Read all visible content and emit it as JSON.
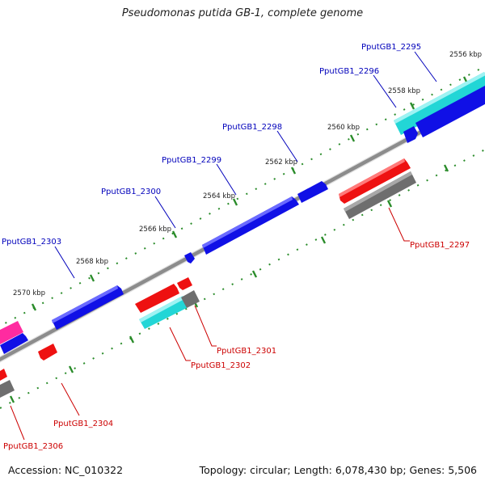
{
  "title": "Pseudomonas putida GB-1, complete genome",
  "accession": "Accession: NC_010322",
  "summary": "Topology: circular; Length: 6,078,430 bp; Genes: 5,506",
  "colors": {
    "backbone": "#8c8c8c",
    "tick": "#2a8c2a",
    "forward_gene": "#1010e6",
    "reverse_gene": "#ee1111",
    "cds_cyan": "#22d6d6",
    "cds_grey": "#6e6e6e",
    "pink": "#ff2ba0",
    "forward_label": "#0000bb",
    "reverse_label": "#cc0000"
  },
  "kbp_labels": [
    "2556 kbp",
    "2558 kbp",
    "2560 kbp",
    "2562 kbp",
    "2564 kbp",
    "2566 kbp",
    "2568 kbp",
    "2570 kbp"
  ],
  "forward_labels": [
    "PputGB1_2295",
    "PputGB1_2296",
    "PputGB1_2298",
    "PputGB1_2299",
    "PputGB1_2300",
    "PputGB1_2303"
  ],
  "reverse_labels": [
    "PputGB1_2297",
    "PputGB1_2301",
    "PputGB1_2302",
    "PputGB1_2304",
    "PputGB1_2306"
  ]
}
